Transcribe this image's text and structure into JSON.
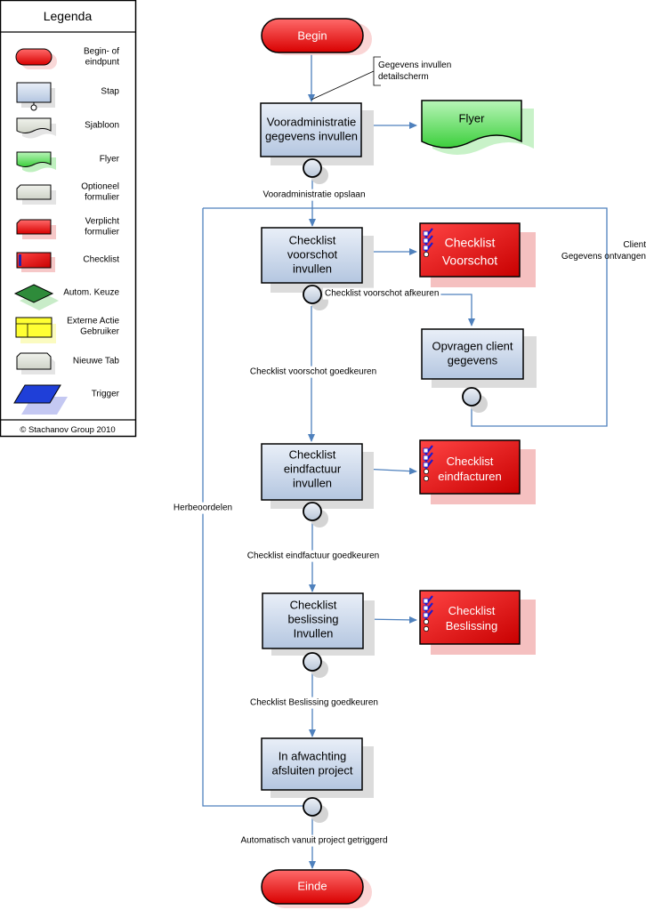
{
  "legend": {
    "title": "Legenda",
    "items": [
      {
        "label_lines": [
          "Begin- of",
          "eindpunt"
        ],
        "icon": "terminal-icon"
      },
      {
        "label_lines": [
          "Stap"
        ],
        "icon": "step-icon"
      },
      {
        "label_lines": [
          "Sjabloon"
        ],
        "icon": "template-icon"
      },
      {
        "label_lines": [
          "Flyer"
        ],
        "icon": "flyer-icon"
      },
      {
        "label_lines": [
          "Optioneel",
          "formulier"
        ],
        "icon": "optional-form-icon"
      },
      {
        "label_lines": [
          "Verplicht",
          "formulier"
        ],
        "icon": "required-form-icon"
      },
      {
        "label_lines": [
          "Checklist"
        ],
        "icon": "checklist-icon"
      },
      {
        "label_lines": [
          "Autom. Keuze"
        ],
        "icon": "decision-icon"
      },
      {
        "label_lines": [
          "Externe Actie",
          "Gebruiker"
        ],
        "icon": "external-action-icon"
      },
      {
        "label_lines": [
          "Nieuwe Tab"
        ],
        "icon": "new-tab-icon"
      },
      {
        "label_lines": [
          "Trigger"
        ],
        "icon": "trigger-icon"
      }
    ],
    "copyright": "© Stachanov Group 2010"
  },
  "flow": {
    "begin": "Begin",
    "einde": "Einde",
    "note": [
      "Gegevens invullen",
      "detailscherm"
    ],
    "steps": {
      "vooradministratie": [
        "Vooradministratie",
        "gegevens invullen"
      ],
      "checklist_voorschot": [
        "Checklist",
        "voorschot",
        "invullen"
      ],
      "opvragen_client": [
        "Opvragen client",
        "gegevens"
      ],
      "checklist_eindfactuur": [
        "Checklist",
        "eindfactuur",
        "invullen"
      ],
      "checklist_beslissing": [
        "Checklist",
        "beslissing",
        "Invullen"
      ],
      "afsluiten": [
        "In afwachting",
        "afsluiten project"
      ]
    },
    "flyer": "Flyer",
    "checklists": {
      "voorschot": [
        "Checklist",
        "Voorschot"
      ],
      "eindfacturen": [
        "Checklist",
        "eindfacturen"
      ],
      "beslissing": [
        "Checklist",
        "Beslissing"
      ]
    },
    "edges": {
      "opslaan": "Vooradministratie opslaan",
      "afkeuren": "Checklist voorschot afkeuren",
      "voorschot_goedkeuren": "Checklist voorschot goedkeuren",
      "client_gegevens": [
        "Client",
        "Gegevens ontvangen"
      ],
      "eindfactuur_goedkeuren": "Checklist eindfactuur goedkeuren",
      "beslissing_goedkeuren": "Checklist Beslissing goedkeuren",
      "herbeoordelen": "Herbeoordelen",
      "automatisch": "Automatisch vanuit project getriggerd"
    }
  },
  "colors": {
    "flow_line": "#4f81bd",
    "step_fill": "#c6d4e8",
    "red": "#e30000",
    "green": "#55dd55",
    "yellow": "#ffff33"
  }
}
